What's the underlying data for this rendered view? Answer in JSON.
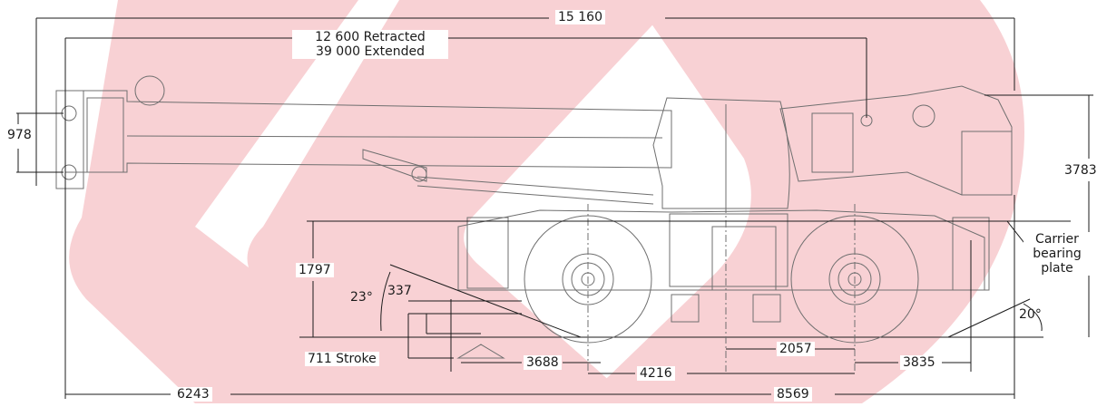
{
  "colors": {
    "watermark": "#f7c9cd",
    "line": "#1b1b1b",
    "drawing": "#6f6f6f"
  },
  "dimensions": {
    "overall_length": "15 160",
    "boom_retracted": "12 600 Retracted",
    "boom_extended": "39 000 Extended",
    "boom_head_height": "978",
    "overall_height": "3783",
    "carrier_height": "1797",
    "carrier_bearing_plate": [
      "Carrier",
      "bearing",
      "plate"
    ],
    "front_approach_angle": "23°",
    "rear_departure_angle": "20°",
    "outrigger_drop": "337",
    "outrigger_stroke": "711 Stroke",
    "front_overhang": "3688",
    "wheelbase": "4216",
    "rear_axle_to_slew": "2057",
    "rear_overhang": "3835",
    "front_to_slew_center": "6243",
    "slew_center_to_rear": "8569"
  }
}
